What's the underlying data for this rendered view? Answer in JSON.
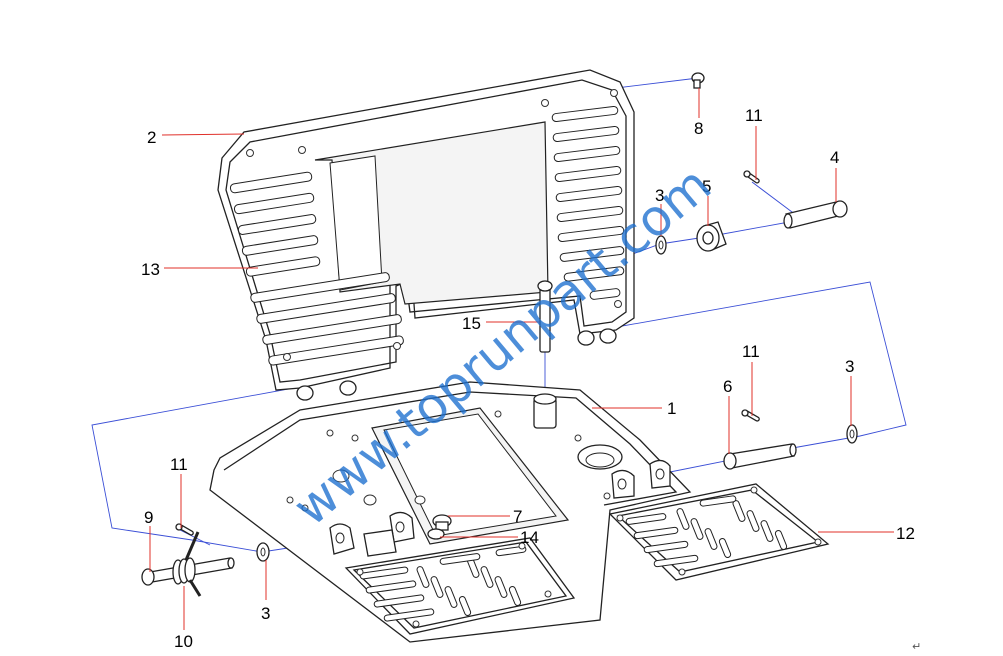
{
  "diagram": {
    "callouts": [
      {
        "id": "c2",
        "text": "2"
      },
      {
        "id": "c13",
        "text": "13"
      },
      {
        "id": "c8",
        "text": "8"
      },
      {
        "id": "c11a",
        "text": "11"
      },
      {
        "id": "c4",
        "text": "4"
      },
      {
        "id": "c3a",
        "text": "3"
      },
      {
        "id": "c5",
        "text": "5"
      },
      {
        "id": "c15",
        "text": "15"
      },
      {
        "id": "c1",
        "text": "1"
      },
      {
        "id": "c11b",
        "text": "11"
      },
      {
        "id": "c6",
        "text": "6"
      },
      {
        "id": "c3b",
        "text": "3"
      },
      {
        "id": "c12",
        "text": "12"
      },
      {
        "id": "c11c",
        "text": "11"
      },
      {
        "id": "c9",
        "text": "9"
      },
      {
        "id": "c7",
        "text": "7"
      },
      {
        "id": "c14",
        "text": "14"
      },
      {
        "id": "c3c",
        "text": "3"
      },
      {
        "id": "c10",
        "text": "10"
      }
    ],
    "watermark": "www.toprunpart.com",
    "corner_mark": "↵"
  },
  "colors": {
    "leader": "#e0302a",
    "assembly_line": "#3b4fd6",
    "watermark": "#1c6fcf",
    "outline": "#222222"
  }
}
